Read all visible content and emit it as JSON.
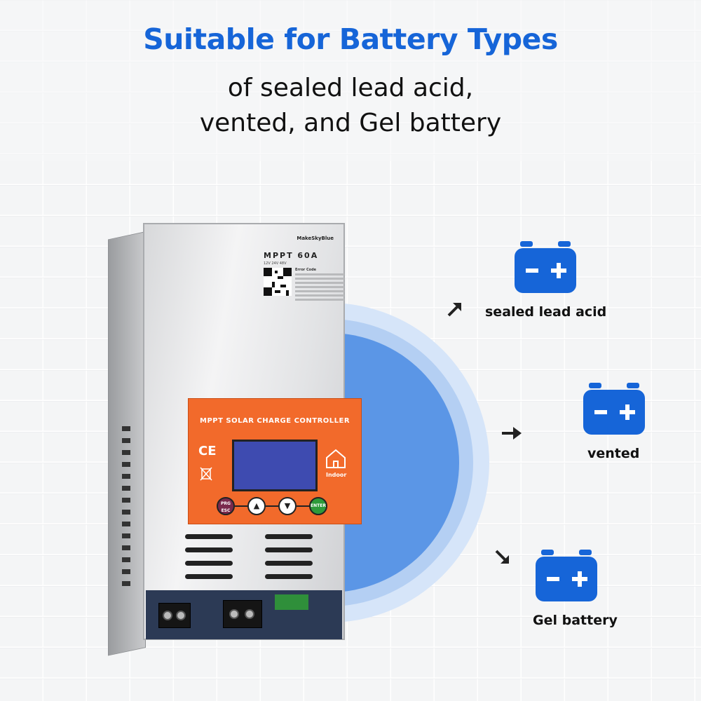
{
  "header": {
    "title": "Suitable for Battery Types",
    "subtitle_line1": "of sealed lead acid,",
    "subtitle_line2": "vented, and Gel battery"
  },
  "device": {
    "brand": "MakeSkyBlue",
    "model": "MPPT 60A",
    "model_sub": "12V 24V 48V",
    "error_title": "Error Code",
    "panel_title": "MPPT SOLAR CHARGE CONTROLLER",
    "ce_mark": "CE",
    "indoor_label": "Indoor",
    "btn_prg": "PRG",
    "btn_esc": "ESC",
    "btn_up": "▲",
    "btn_down": "▼",
    "btn_enter": "ENTER"
  },
  "batteries": [
    {
      "label": "sealed lead acid",
      "icon": "battery-icon"
    },
    {
      "label": "vented",
      "icon": "battery-icon"
    },
    {
      "label": "Gel battery",
      "icon": "battery-icon"
    }
  ],
  "colors": {
    "accent": "#1665d8",
    "panel_orange": "#f26a2b",
    "circle_blue": "#5b96e6"
  }
}
